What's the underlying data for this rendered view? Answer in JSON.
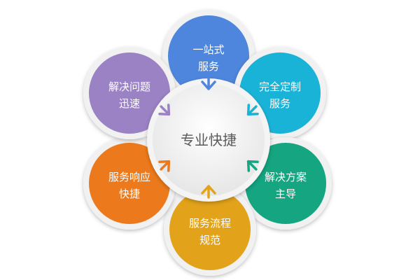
{
  "diagram": {
    "center": {
      "label": "专业快捷"
    },
    "petals": [
      {
        "lines": [
          "一站式",
          "服务"
        ],
        "color": "#4f86dd"
      },
      {
        "lines": [
          "完全定制",
          "服务"
        ],
        "color": "#1ab3d8"
      },
      {
        "lines": [
          "解决方案",
          "主导"
        ],
        "color": "#15a581"
      },
      {
        "lines": [
          "服务流程",
          "规范"
        ],
        "color": "#e2a21a"
      },
      {
        "lines": [
          "服务响应",
          "快捷"
        ],
        "color": "#ec7a1c"
      },
      {
        "lines": [
          "解决问题",
          "迅速"
        ],
        "color": "#9b82c4"
      }
    ]
  }
}
